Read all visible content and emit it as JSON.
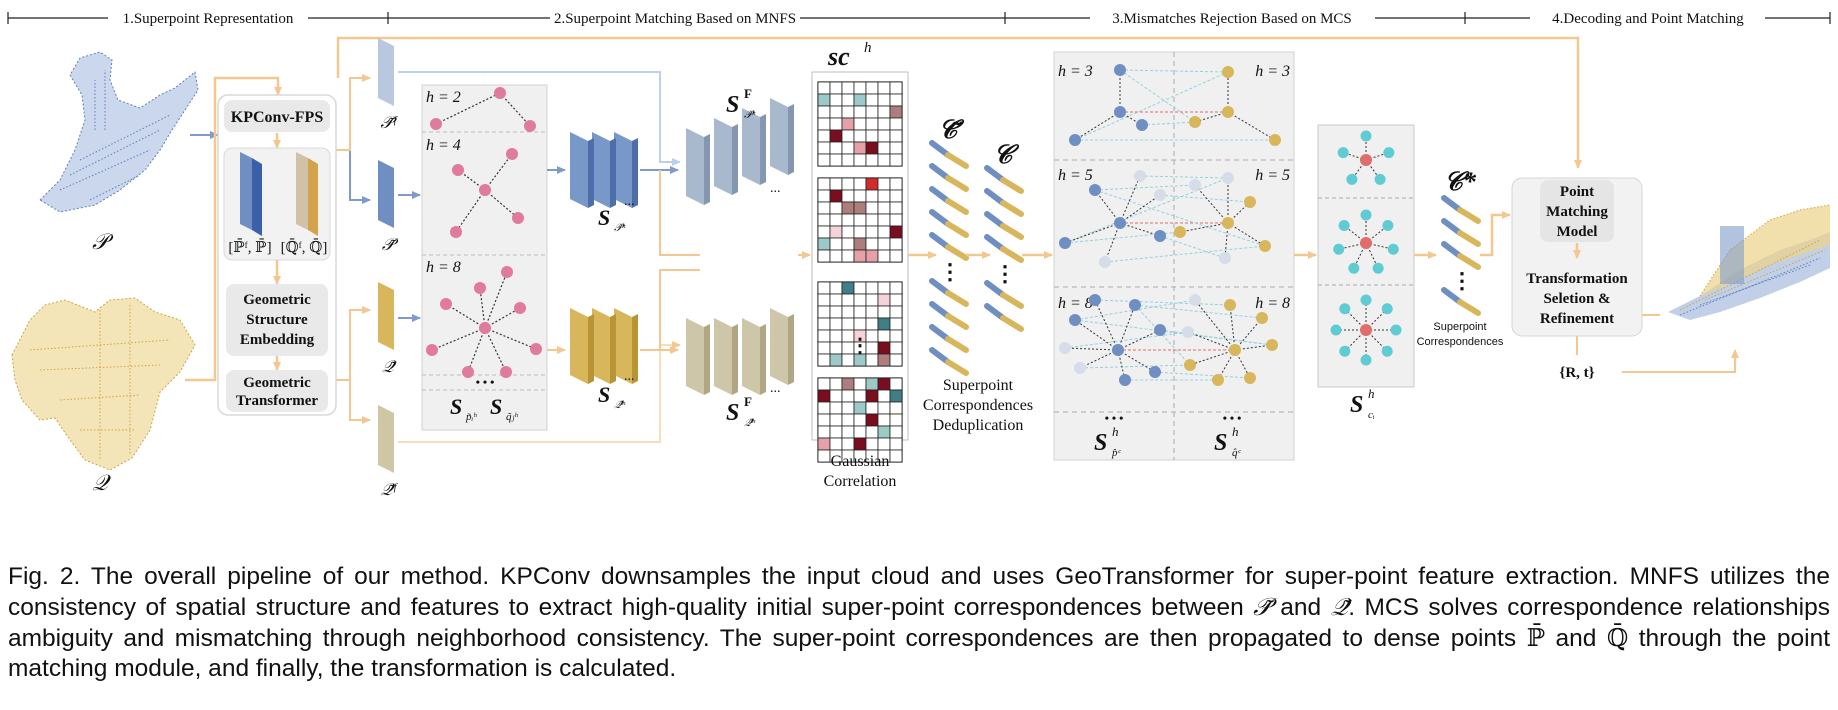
{
  "stages": [
    {
      "label": "1.Superpoint Representation"
    },
    {
      "label": "2.Superpoint Matching Based on MNFS"
    },
    {
      "label": "3.Mismatches Rejection Based on MCS"
    },
    {
      "label": "4.Decoding and Point Matching"
    }
  ],
  "inputs": {
    "source_label": "𝒫",
    "target_label": "𝒬"
  },
  "encoder": {
    "kpconv_label": "KPConv-FPS",
    "feature_label_1": "[ℙ̄ᶠ, ℙ̄]",
    "feature_label_2": "[ℚ̄ᶠ, ℚ̄]",
    "geo_embedding_lines": [
      "Geometric",
      "Structure",
      "Embedding"
    ],
    "geo_transformer_lines": [
      "Geometric",
      "Transformer"
    ]
  },
  "superpoints": {
    "p_feat": "𝒫̃ᶠ",
    "p": "𝒫̃",
    "q": "𝒬̃",
    "q_feat": "𝒬̃ᶠ"
  },
  "mnfs": {
    "h_labels": [
      "h = 2",
      "h = 4",
      "h = 8"
    ],
    "dots": "• • •",
    "s_p": "S",
    "s_p_sub": "p̃ᵢʰ",
    "s_q": "S",
    "s_q_sub": "q̃ⱼʰ",
    "s_P": "S",
    "s_P_sub": "𝒫̃ʰ",
    "s_Q": "S",
    "s_Q_sub": "𝒬̃ʰ",
    "sF_P": "S",
    "sF_P_sup": "F",
    "sF_P_sub": "𝒫̃ʰ",
    "sF_Q": "S",
    "sF_Q_sup": "F",
    "sF_Q_sub": "𝒬̃ʰ",
    "sc": "sc",
    "sc_sup": "h",
    "gaussian_lines": [
      "Gaussian",
      "Correlation"
    ]
  },
  "correspondences": {
    "c_tilde": "𝒞̃",
    "c": "𝒞",
    "dedup_lines": [
      "Superpoint",
      "Correspondences",
      "Deduplication"
    ]
  },
  "mcs": {
    "h_labels": [
      "h = 3",
      "h = 5",
      "h = 8"
    ],
    "dots": "• • •",
    "s_left": "S",
    "s_left_sup": "h",
    "s_left_sub": "p̂ᶜ",
    "s_right": "S",
    "s_right_sup": "h",
    "s_right_sub": "q̂ᶜ",
    "s_c": "S",
    "s_c_sup": "h",
    "s_c_sub": "cᵢ"
  },
  "final": {
    "c_star": "𝒞*",
    "superpoint_corr_lines": [
      "Superpoint",
      "Correspondences"
    ],
    "point_matching_lines": [
      "Point",
      "Matching",
      "Model"
    ],
    "transform_lines": [
      "Transformation",
      "Seletion &",
      "Refinement"
    ],
    "rt": "{R, t}"
  },
  "caption": {
    "prefix": "Fig. 2. The overall pipeline of our method. KPConv downsamples the input cloud and uses GeoTransformer for super-point feature extraction. MNFS utilizes the consistency of spatial structure and features to extract high-quality initial super-point correspondences between ",
    "sym_p": "𝒫̃",
    "and1": " and ",
    "sym_q": "𝒬̃",
    "middle": ". MCS solves correspondence relationships ambiguity and mismatching through neighborhood consistency. The super-point correspondences are then propagated to dense points ",
    "sym_pp": "ℙ̄",
    "and2": " and ",
    "sym_qq": "ℚ̄",
    "suffix": " through the point matching module, and finally, the transformation is calculated."
  },
  "colors": {
    "blue": "#6f8fc2",
    "light_blue": "#a9bcd6",
    "gold": "#d8b65b",
    "tan": "#cfc6a6",
    "arrow_orange": "#f5c790",
    "pink": "#e07a9e",
    "teal": "#5fcbd3",
    "red_node": "#e06c6c"
  }
}
